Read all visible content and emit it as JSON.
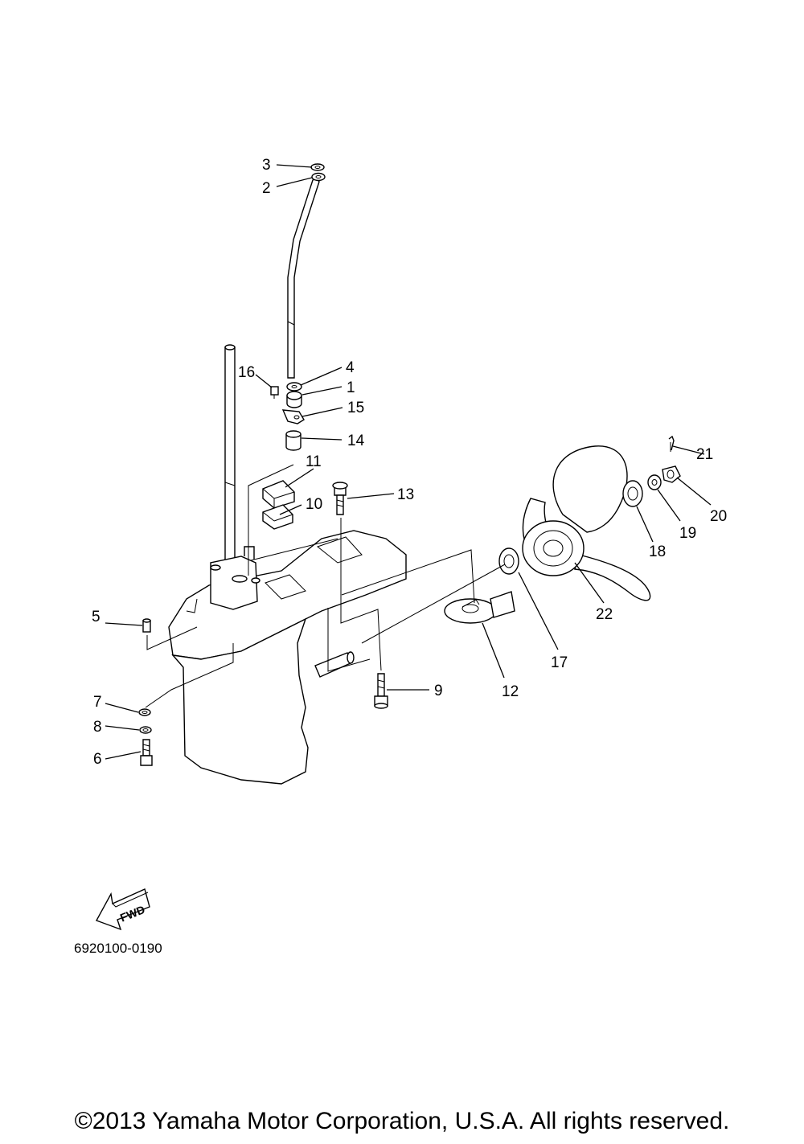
{
  "diagram": {
    "callouts": [
      "1",
      "2",
      "3",
      "4",
      "5",
      "6",
      "7",
      "8",
      "9",
      "10",
      "11",
      "12",
      "13",
      "14",
      "15",
      "16",
      "17",
      "18",
      "19",
      "20",
      "21",
      "22"
    ],
    "forward_marker": "FWD",
    "part_code": "6920100-0190"
  },
  "footer": {
    "copyright": "©2013 Yamaha Motor Corporation, U.S.A. All rights reserved."
  }
}
